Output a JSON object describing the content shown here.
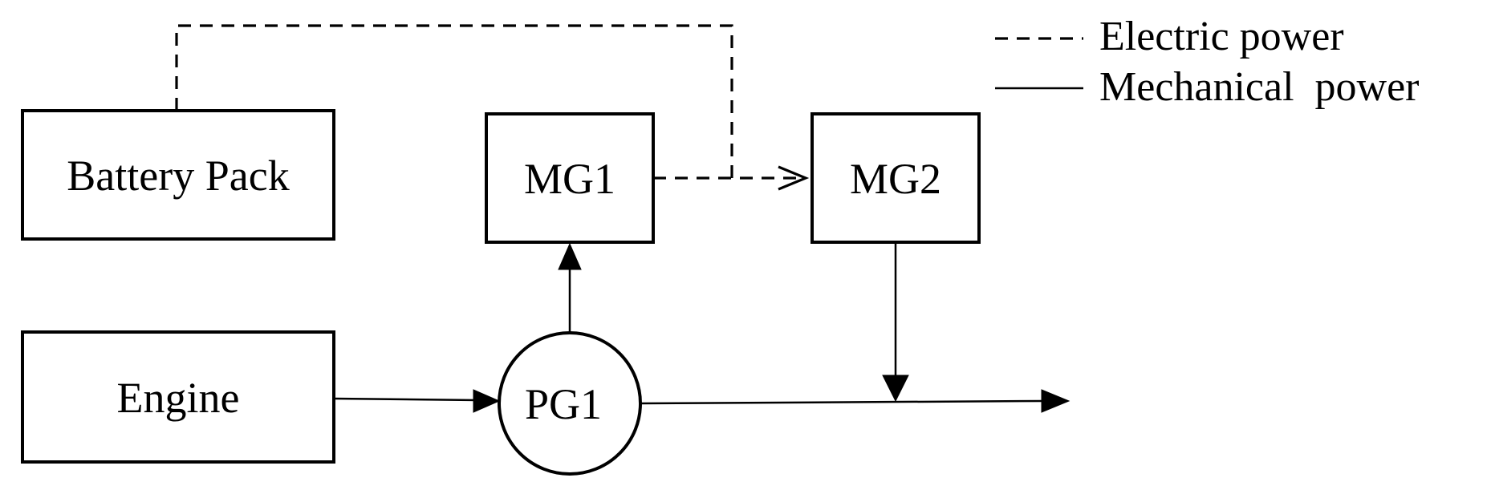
{
  "blocks": {
    "battery": "Battery Pack",
    "engine": "Engine",
    "mg1": "MG1",
    "mg2": "MG2",
    "pg1": "PG1"
  },
  "legend": {
    "electric": "Electric power",
    "mechanical": "Mechanical  power"
  }
}
